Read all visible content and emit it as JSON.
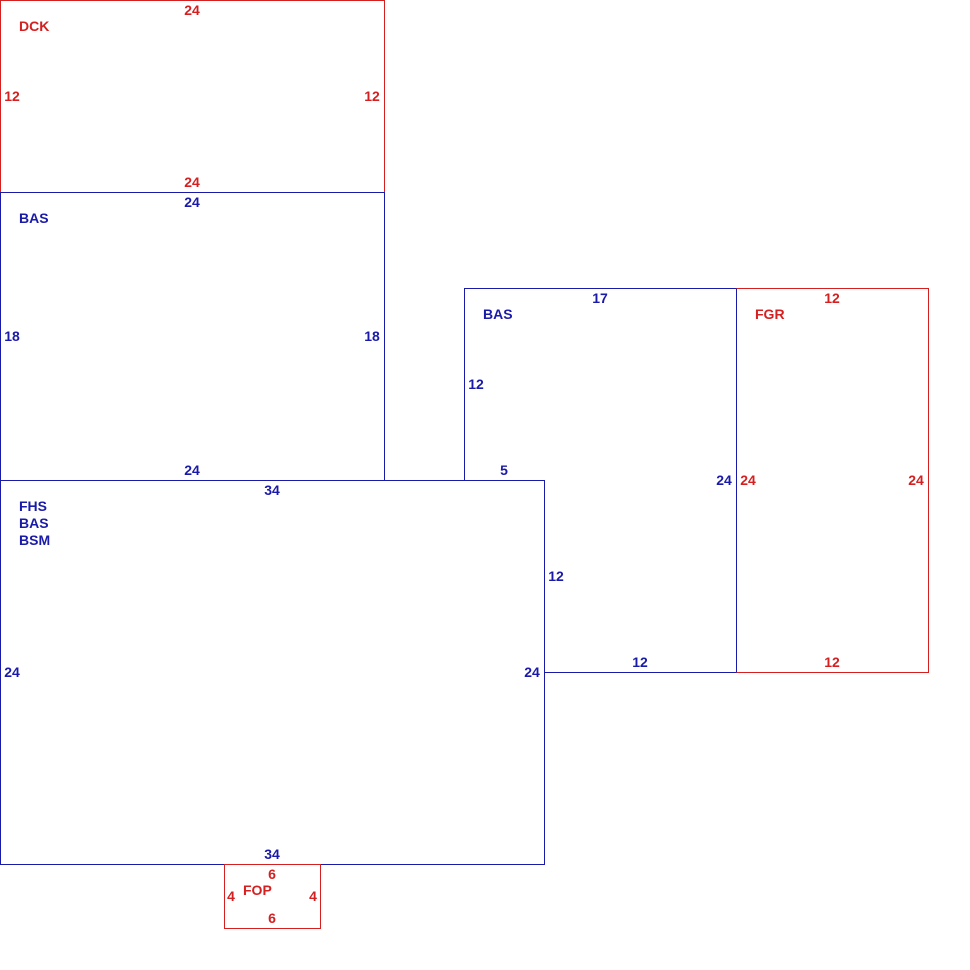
{
  "colors": {
    "red": "#d42020",
    "blue": "#1a1aa8"
  },
  "areas": [
    {
      "id": "dck",
      "color": "red",
      "labels": [
        "DCK"
      ],
      "dims": {
        "top": "24",
        "bottom": "24",
        "left": "12",
        "right": "12"
      }
    },
    {
      "id": "bas-upper",
      "color": "blue",
      "labels": [
        "BAS"
      ],
      "dims": {
        "top": "24",
        "bottom": "24",
        "left": "18",
        "right": "18"
      }
    },
    {
      "id": "fhs-bas-bsm",
      "color": "blue",
      "labels": [
        "FHS",
        "BAS",
        "BSM"
      ],
      "dims": {
        "top": "34",
        "bottom": "34",
        "left": "24",
        "right": "24"
      }
    },
    {
      "id": "bas-right",
      "color": "blue",
      "labels": [
        "BAS"
      ],
      "dims": {
        "top": "17",
        "left": "12",
        "notch": "5",
        "inner_right": "12",
        "right": "24",
        "bottom": "12"
      }
    },
    {
      "id": "fgr",
      "color": "red",
      "labels": [
        "FGR"
      ],
      "dims": {
        "top": "12",
        "bottom": "12",
        "left": "24",
        "right": "24"
      }
    },
    {
      "id": "fop",
      "color": "red",
      "labels": [
        "FOP"
      ],
      "dims": {
        "top": "6",
        "bottom": "6",
        "left": "4",
        "right": "4"
      }
    }
  ]
}
